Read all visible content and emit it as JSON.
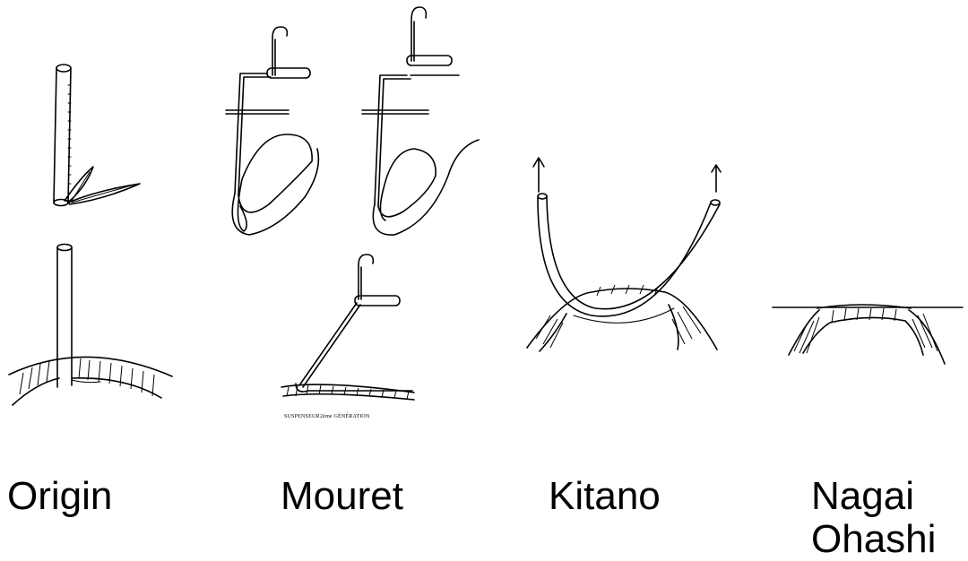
{
  "labels": {
    "origin": "Origin",
    "mouret": "Mouret",
    "kitano": "Kitano",
    "nagai_line1": "Nagai",
    "nagai_line2": "Ohashi"
  },
  "captions": {
    "left": "SUSPENSEUR",
    "right": "2ème GÉNÉRATION"
  },
  "colors": {
    "ink": "#000000",
    "background": "#ffffff"
  }
}
